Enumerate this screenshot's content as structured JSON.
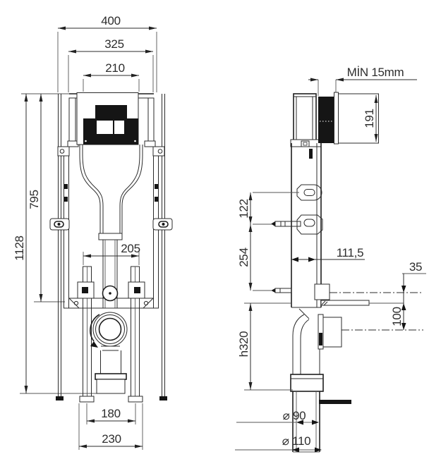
{
  "drawing": {
    "type": "technical-installation-drawing",
    "subject": "concealed cistern WC frame, front and side views"
  },
  "colors": {
    "line": "#2b2b2b",
    "background": "#ffffff",
    "panel_fill": "#151515"
  },
  "front": {
    "w400": "400",
    "w325": "325",
    "w210": "210",
    "h795": "795",
    "h1128": "1128",
    "w205": "205",
    "w180": "180",
    "w230": "230"
  },
  "side": {
    "min_wall": "MİN 15mm",
    "h191": "191",
    "v122": "122",
    "v254": "254",
    "depth": "111,5",
    "v35": "35",
    "v100": "100",
    "h320": "h320",
    "dia90": "⌀ 90",
    "dia110": "⌀ 110"
  }
}
